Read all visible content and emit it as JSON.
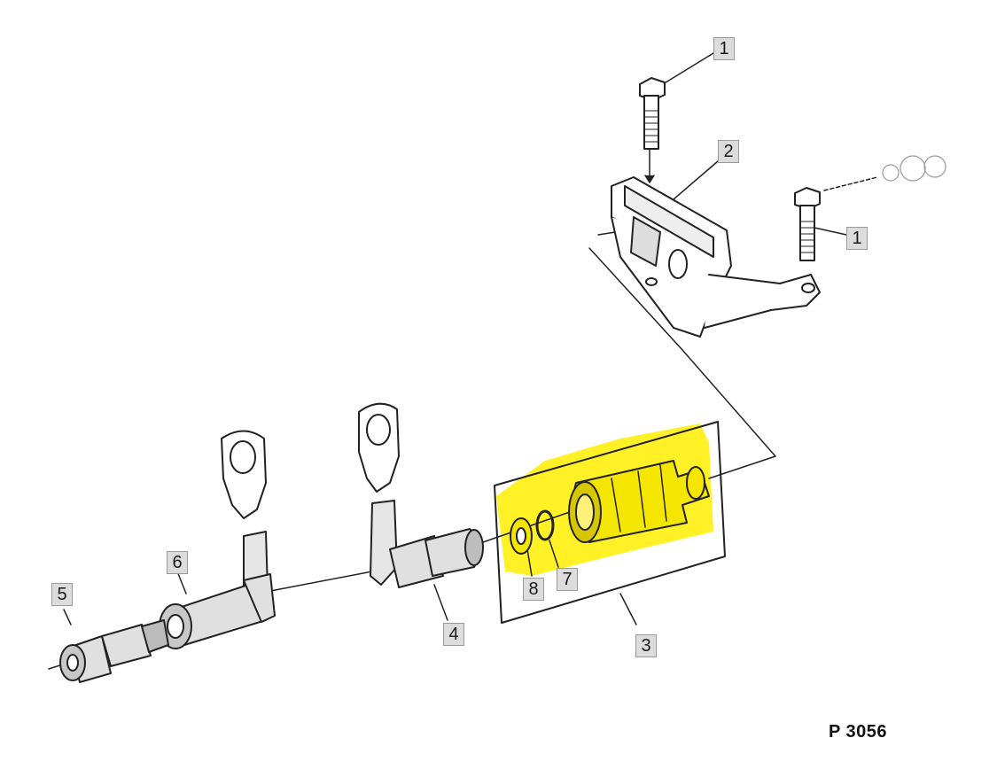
{
  "callouts": {
    "c1_top": "1",
    "c2": "2",
    "c1_right": "1",
    "c6": "6",
    "c5": "5",
    "c4": "4",
    "c3": "3",
    "c8": "8",
    "c7": "7"
  },
  "figure_ref": "P 3056",
  "colors": {
    "highlight": "#ffee00",
    "line": "#222222",
    "callout_bg": "#dcdcdc"
  }
}
